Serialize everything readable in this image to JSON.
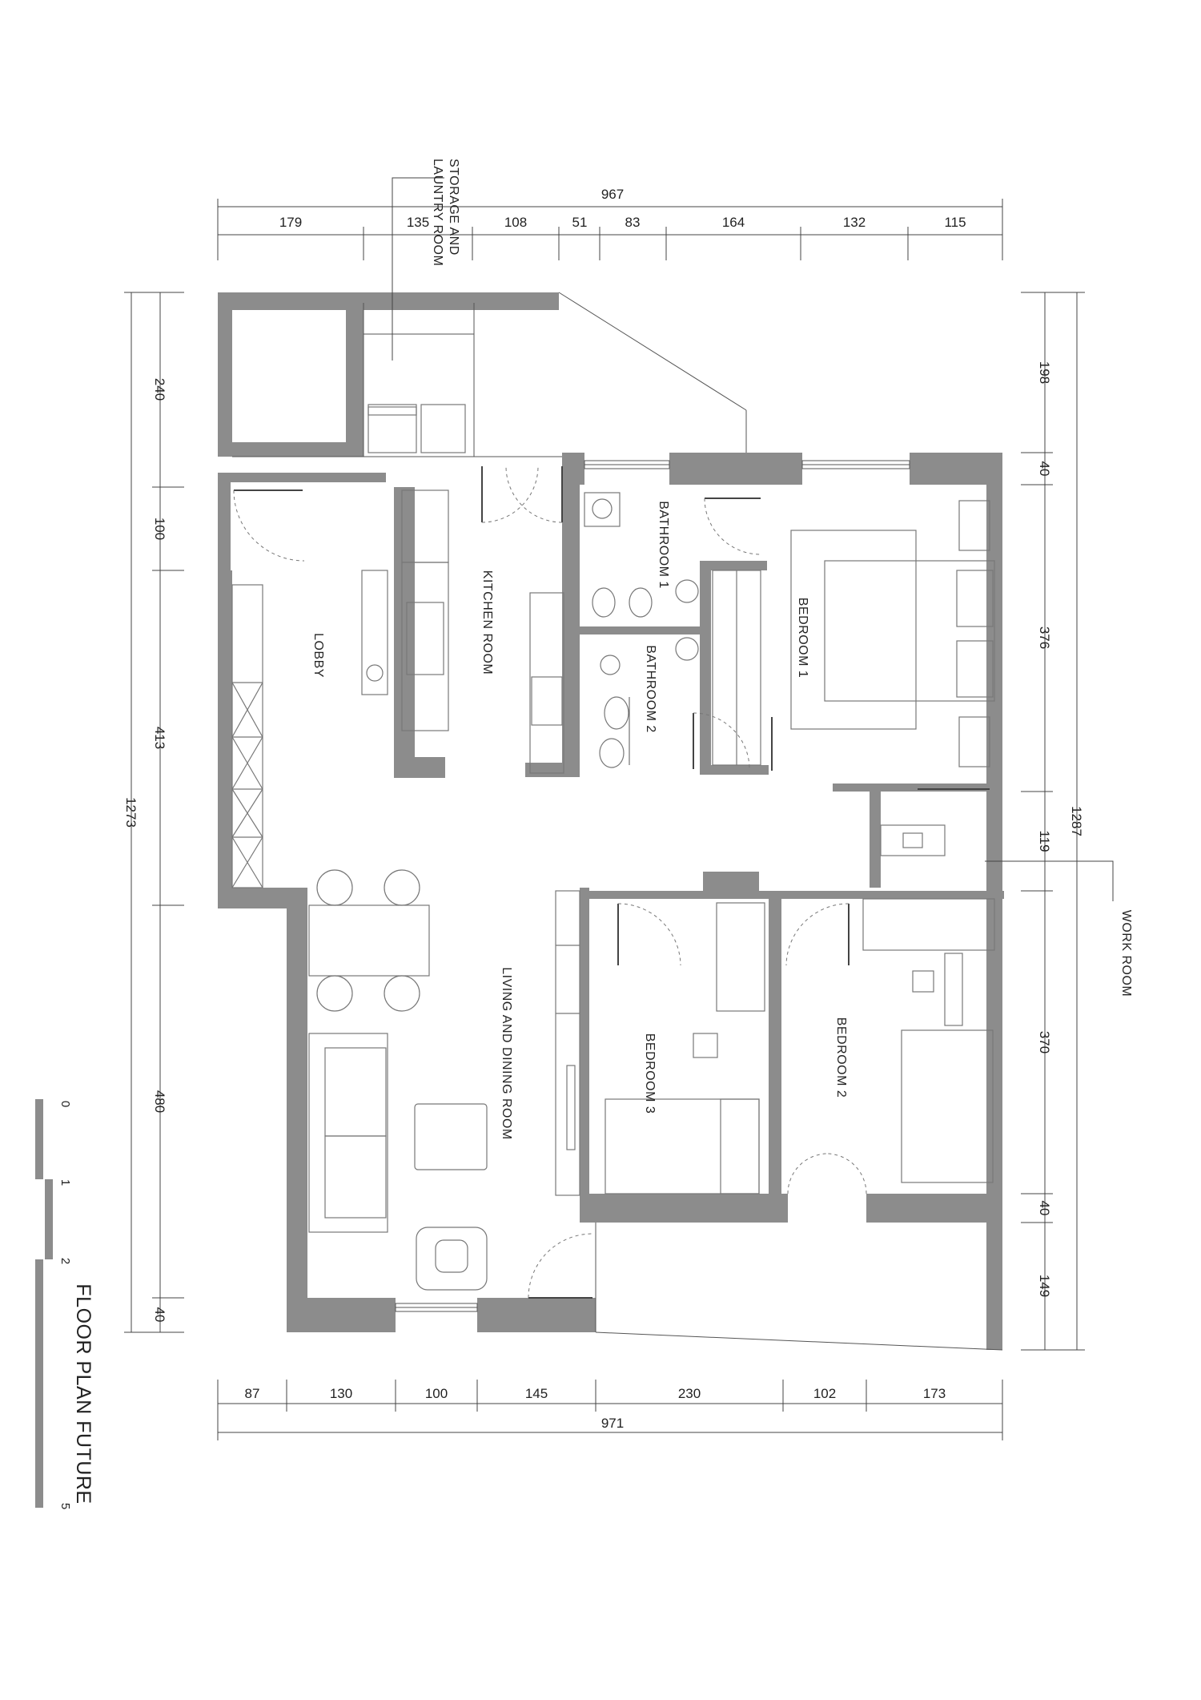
{
  "title": "FLOOR PLAN FUTURE",
  "rooms": {
    "storage": "STORAGE AND",
    "storage2": "LAUNTRY ROOM",
    "lobby": "LOBBY",
    "kitchen": "KITCHEN ROOM",
    "bathroom1": "BATHROOM 1",
    "bathroom2": "BATHROOM 2",
    "bedroom1": "BEDROOM 1",
    "bedroom2": "BEDROOM 2",
    "bedroom3": "BEDROOM 3",
    "living": "LIVING AND DINING ROOM",
    "work": "WORK ROOM"
  },
  "dimensions": {
    "top_total": "967",
    "top": [
      "179",
      "135",
      "108",
      "51",
      "83",
      "164",
      "132",
      "115"
    ],
    "bottom_total": "971",
    "bottom": [
      "87",
      "130",
      "100",
      "145",
      "230",
      "102",
      "173"
    ],
    "left_total": "1273",
    "left": [
      "240",
      "100",
      "413",
      "480",
      "40"
    ],
    "right_total": "1287",
    "right": [
      "198",
      "40",
      "376",
      "119",
      "370",
      "40",
      "149"
    ]
  },
  "scale": [
    "0",
    "1",
    "2",
    "5"
  ],
  "colors": {
    "wall": "#8c8c8c",
    "line": "#444444"
  }
}
